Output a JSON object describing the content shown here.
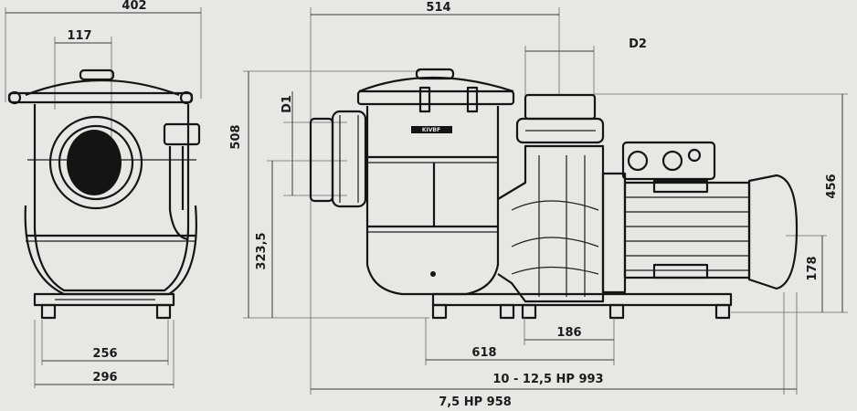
{
  "drawing": {
    "front_view": {
      "width_top": "402",
      "offset_top": "117",
      "base_inner": "256",
      "base_outer": "296"
    },
    "side_view": {
      "length_to_outlet": "514",
      "outlet_label": "D2",
      "inlet_label": "D1",
      "total_height": "508",
      "inlet_height": "323,5",
      "outlet_height": "456",
      "motor_axis_height": "178",
      "foot_spacing": "186",
      "foot_length": "618",
      "length_high_power": "10 - 12,5 HP 993",
      "length_low_power": "7,5 HP 958"
    },
    "nameplate_logo": "KIVBF"
  }
}
